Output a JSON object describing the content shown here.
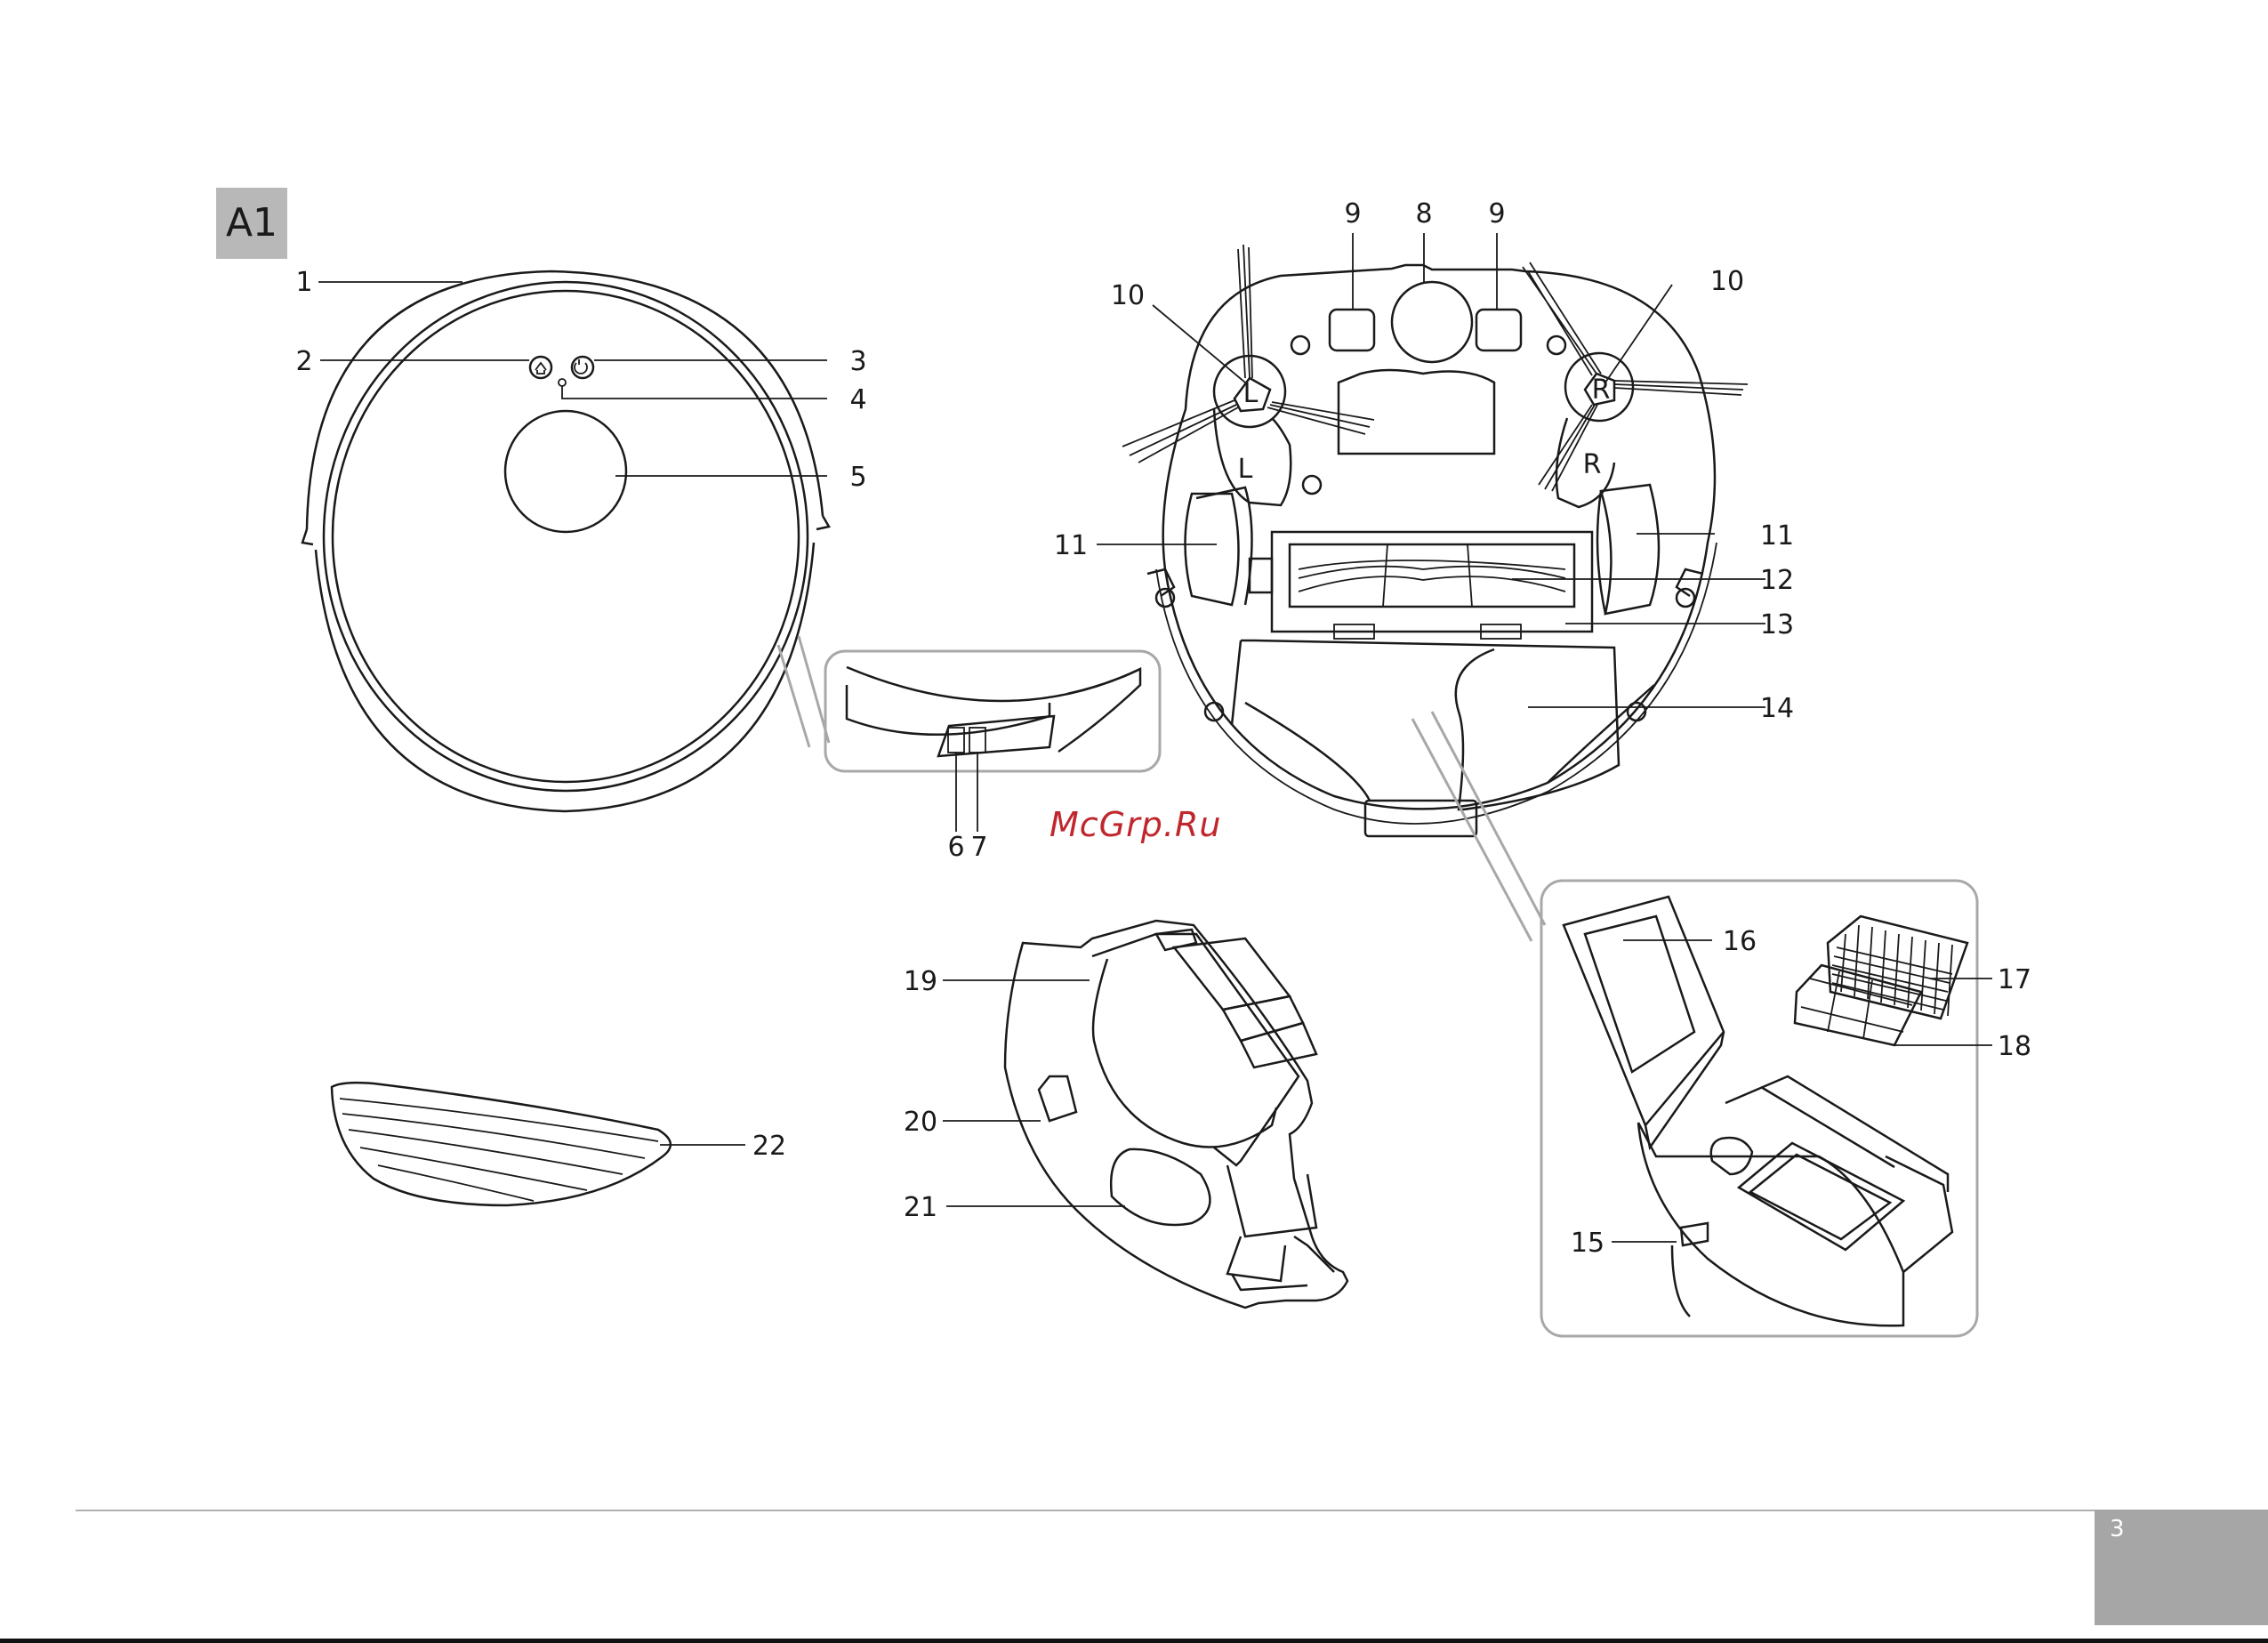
{
  "figure_tag": "A1",
  "watermark": "McGrp.Ru",
  "page_number": "3",
  "callouts": [
    "1",
    "2",
    "3",
    "4",
    "5",
    "6",
    "7",
    "8",
    "9",
    "9",
    "10",
    "10",
    "11",
    "11",
    "12",
    "13",
    "14",
    "15",
    "16",
    "17",
    "18",
    "19",
    "20",
    "21",
    "22"
  ],
  "wheel_letters": {
    "left_small": "L",
    "right_small": "R",
    "left_big": "L",
    "right_big": "R"
  }
}
